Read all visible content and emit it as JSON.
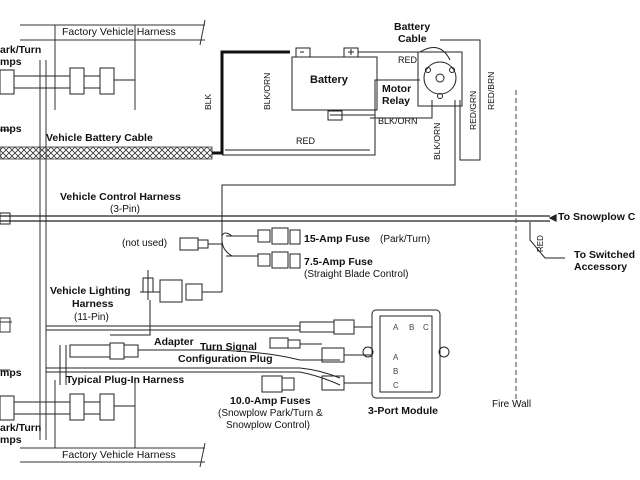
{
  "labels": {
    "factory_harness_top": "Factory Vehicle Harness",
    "factory_harness_bottom": "Factory Vehicle Harness",
    "park_turn_lamps_top_1": "ark/Turn",
    "park_turn_lamps_top_2": "mps",
    "lamps_top_2": "mps",
    "lamps_bottom_1": "mps",
    "park_turn_lamps_bottom_1": "ark/Turn",
    "park_turn_lamps_bottom_2": "mps",
    "vehicle_battery_cable": "Vehicle Battery Cable",
    "vehicle_control_harness": "Vehicle Control Harness",
    "vehicle_control_harness_pin": "(3-Pin)",
    "vehicle_lighting_harness_1": "Vehicle Lighting",
    "vehicle_lighting_harness_2": "Harness",
    "vehicle_lighting_harness_pin": "(11-Pin)",
    "adapter": "Adapter",
    "typical_plugin_harness": "Typical Plug-In Harness",
    "not_used": "(not used)",
    "fuse_15": "15-Amp Fuse",
    "fuse_15_sub": "(Park/Turn)",
    "fuse_75": "7.5-Amp Fuse",
    "fuse_75_sub": "(Straight Blade Control)",
    "turn_signal_1": "Turn Signal",
    "turn_signal_2": "Configuration Plug",
    "fuses_10_1": "10.0-Amp Fuses",
    "fuses_10_2": "(Snowplow Park/Turn &",
    "fuses_10_3": "Snowplow Control)",
    "module": "3-Port Module",
    "fire_wall": "Fire Wall",
    "battery": "Battery",
    "battery_cable_1": "Battery",
    "battery_cable_2": "Cable",
    "motor_relay_1": "Motor",
    "motor_relay_2": "Relay",
    "to_snowplow": "To Snowplow C",
    "to_switched_1": "To Switched",
    "to_switched_2": "Accessory",
    "wire_red_top": "RED",
    "wire_red_mid": "RED",
    "wire_blk_orn_h": "BLK/ORN",
    "wire_blk": "BLK",
    "wire_blk_orn_v": "BLK/ORN",
    "wire_blk_orn_relay": "BLK/ORN",
    "wire_red_grn": "RED/GRN",
    "wire_red_brn": "RED/BRN",
    "wire_red_switched": "RED",
    "module_a_top": "A",
    "module_b_top": "B",
    "module_c_top": "C",
    "module_a_bot": "A",
    "module_b_bot": "B",
    "module_c_bot": "C"
  }
}
